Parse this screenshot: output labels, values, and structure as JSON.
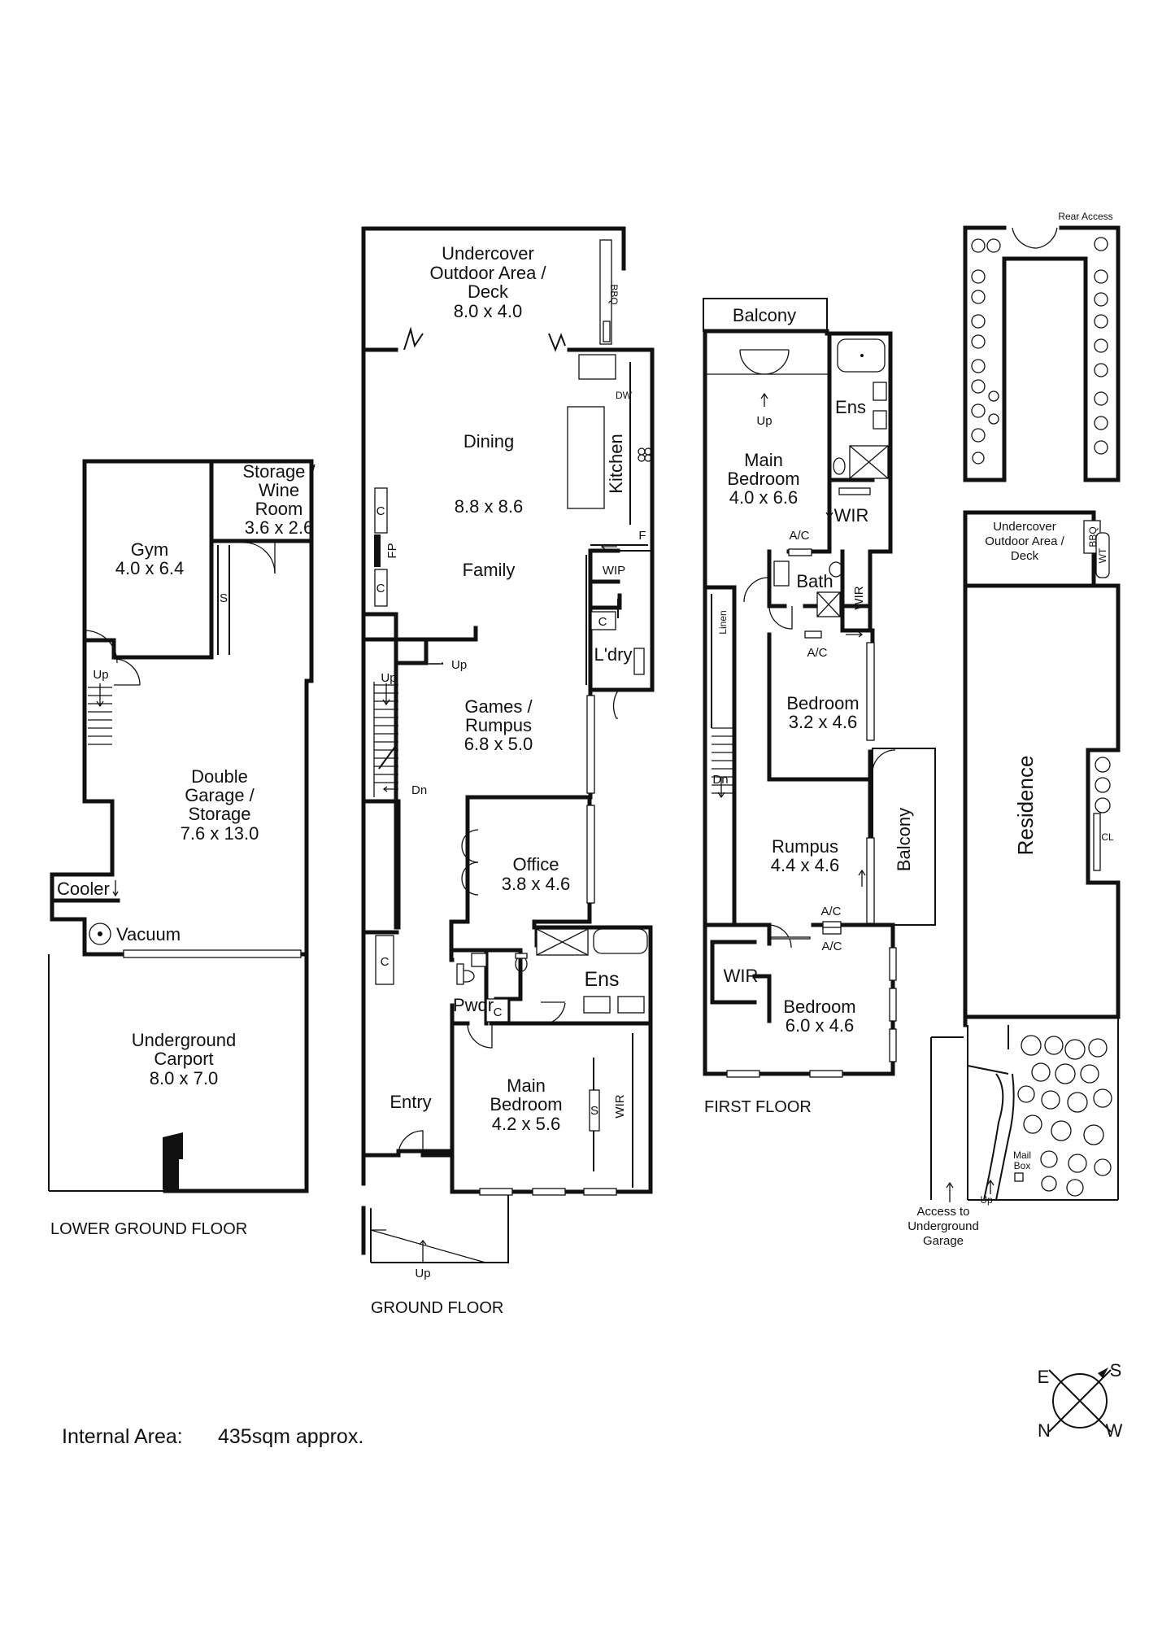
{
  "lower_ground": {
    "caption": "LOWER GROUND FLOOR",
    "gym": {
      "name": "Gym",
      "dims": "4.0 x 6.4"
    },
    "storage": {
      "line1": "Storage /",
      "line2": "Wine",
      "line3": "Room",
      "dims": "3.6 x 2.6"
    },
    "shelf": "S",
    "stair_up": "Up",
    "garage": {
      "line1": "Double",
      "line2": "Garage /",
      "line3": "Storage",
      "dims": "7.6 x 13.0"
    },
    "cooler": "Cooler",
    "vacuum": "Vacuum",
    "carport": {
      "line1": "Underground",
      "line2": "Carport",
      "dims": "8.0 x 7.0"
    }
  },
  "ground": {
    "caption": "GROUND FLOOR",
    "deck": {
      "line1": "Undercover",
      "line2": "Outdoor Area /",
      "line3": "Deck",
      "dims": "8.0 x 4.0"
    },
    "bbq": "BBQ",
    "dw": "DW",
    "dining": "Dining",
    "dining_dims": "8.8 x 8.6",
    "family": "Family",
    "kitchen": "Kitchen",
    "fireplace": "FP",
    "cupboard": "C",
    "fridge": "F",
    "wip": "WIP",
    "laundry": "L'dry",
    "up": "Up",
    "dn": "Dn",
    "games": {
      "line1": "Games /",
      "line2": "Rumpus",
      "dims": "6.8 x 5.0"
    },
    "office": {
      "name": "Office",
      "dims": "3.8 x 4.6"
    },
    "ens": "Ens",
    "pwdr": "Pwdr",
    "entry": "Entry",
    "main_bedroom": {
      "line1": "Main",
      "line2": "Bedroom",
      "dims": "4.2 x 5.6"
    },
    "shelf": "S",
    "wir": "WIR",
    "entry_up": "Up"
  },
  "first": {
    "caption": "FIRST FLOOR",
    "balcony": "Balcony",
    "up": "Up",
    "ens": "Ens",
    "main_bedroom": {
      "line1": "Main",
      "line2": "Bedroom",
      "dims": "4.0 x 6.6"
    },
    "wir": "WIR",
    "ac": "A/C",
    "bath": "Bath",
    "linen": "Linen",
    "bedroom2": {
      "name": "Bedroom",
      "dims": "3.2 x 4.6"
    },
    "dn": "Dn",
    "rumpus": {
      "name": "Rumpus",
      "dims": "4.4 x 4.6"
    },
    "bedroom3": {
      "name": "Bedroom",
      "dims": "6.0 x 4.6"
    }
  },
  "site": {
    "rear_access": "Rear Access",
    "deck": {
      "line1": "Undercover",
      "line2": "Outdoor Area /",
      "line3": "Deck"
    },
    "bbq": "BBQ",
    "wt": "WT",
    "residence": "Residence",
    "cl": "CL",
    "mailbox_line1": "Mail",
    "mailbox_line2": "Box",
    "up": "Up",
    "access": {
      "line1": "Access to",
      "line2": "Underground",
      "line3": "Garage"
    }
  },
  "compass": {
    "e": "E",
    "s": "S",
    "n": "N",
    "w": "W"
  },
  "internal_area": {
    "label": "Internal Area:",
    "value": "435sqm approx."
  }
}
